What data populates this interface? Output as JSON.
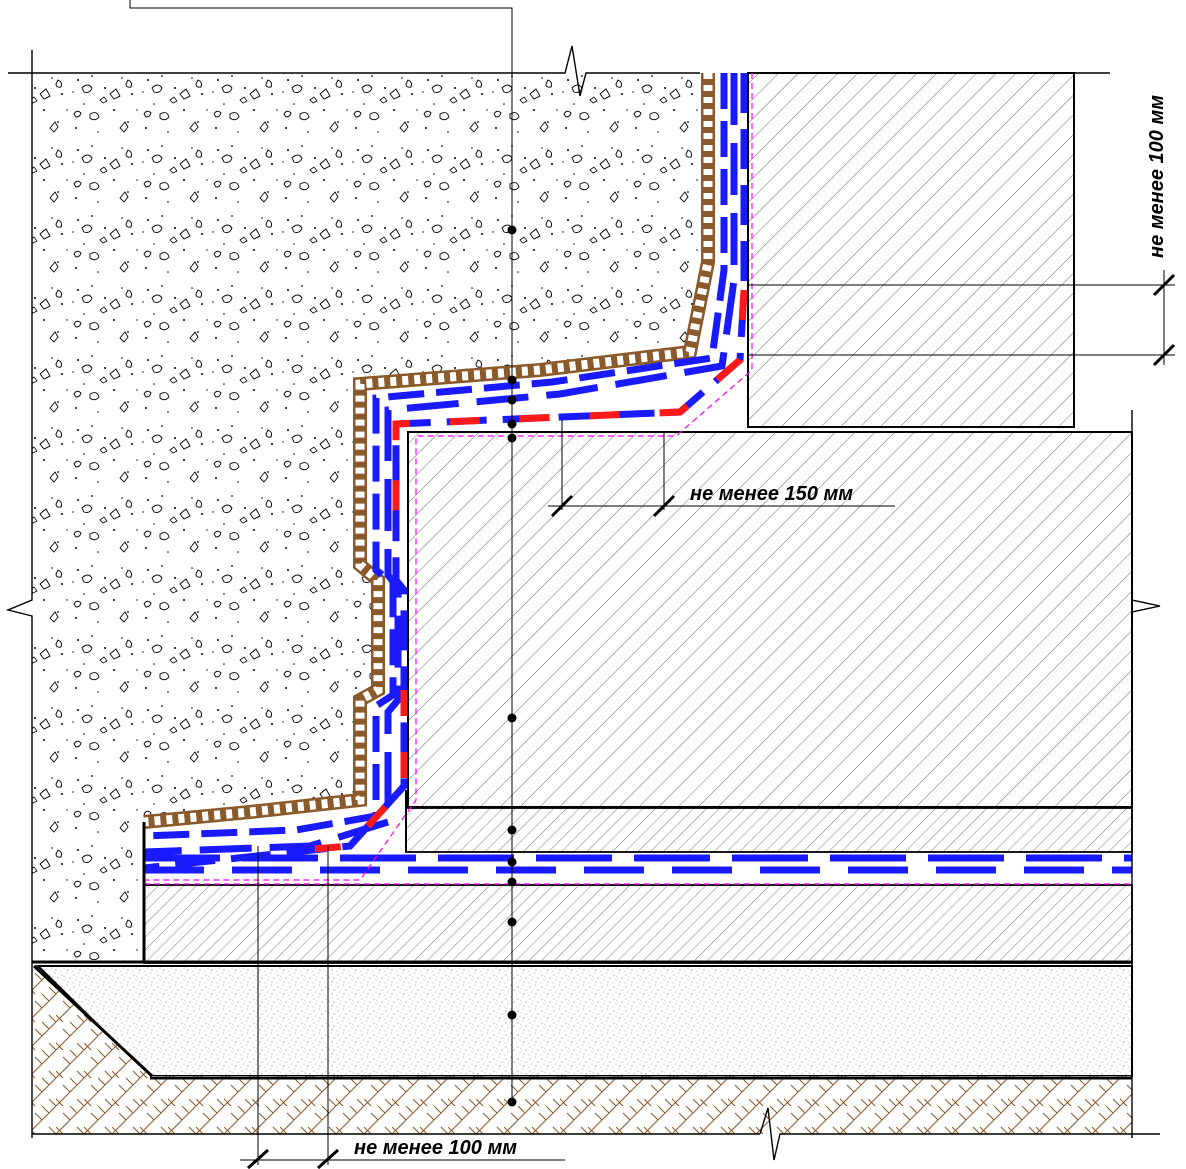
{
  "dimensions": {
    "vertical_overlap": "не менее 100 мм",
    "horizontal_overlap_top": "не менее 150 мм",
    "horizontal_overlap_bottom": "не менее 100 мм"
  },
  "colors": {
    "background": "#ffffff",
    "line": "#000000",
    "waterproof_layer_primary": "#1a1aff",
    "waterproof_layer_reinforcement": "#ff1a1a",
    "primer_line": "#ff00ff",
    "protective_layer": "#8b5a2b",
    "soil_hatch": "#8b5a2b"
  },
  "icons": {
    "callout_marker": "dot-icon",
    "break_line": "break-line-icon",
    "dimension_tick": "tick-icon"
  }
}
